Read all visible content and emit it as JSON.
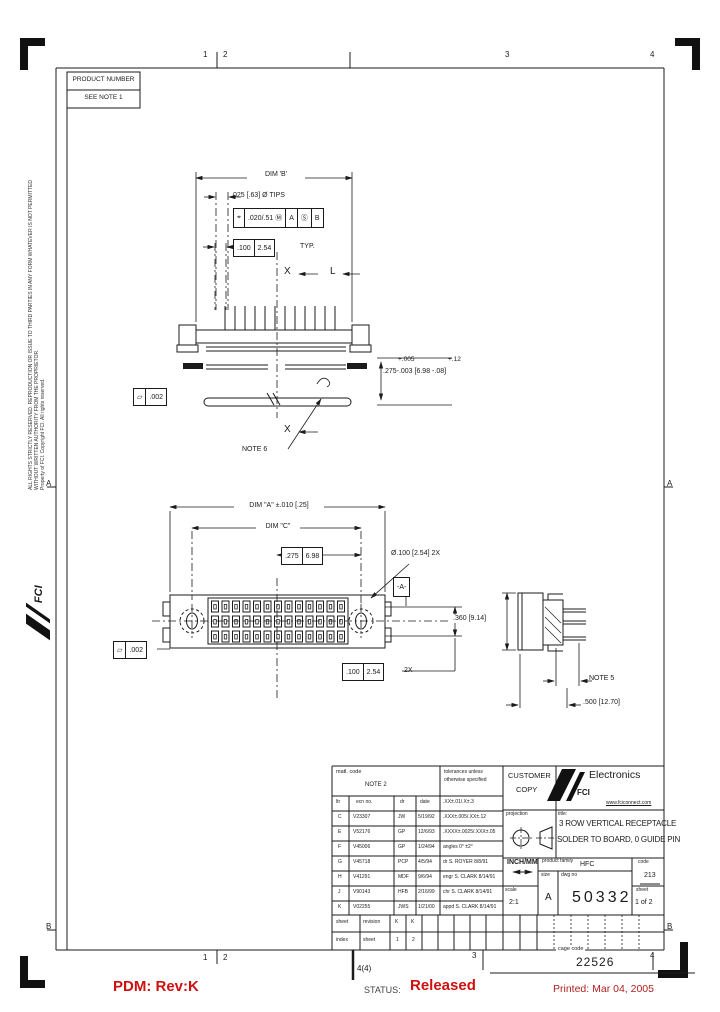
{
  "frame": {
    "zones_top": [
      "1",
      "2",
      "3",
      "4"
    ],
    "zones_bottom": [
      "1",
      "2",
      "3",
      "4"
    ],
    "zones_left": [
      "A",
      "B"
    ],
    "zones_right": [
      "A",
      "B"
    ],
    "fold_mark": "4(4)"
  },
  "product_box": {
    "title": "PRODUCT NUMBER",
    "subtitle": "SEE NOTE 1"
  },
  "margin_notice": {
    "line1": "ALL RIGHTS STRICTLY RESERVED. REPRODUCTION OR ISSUE TO THIRD PARTIES IN ANY FORM WHATEVER IS NOT PERMITTED WITHOUT WRITTEN AUTHORITY FROM THE PROPRIETOR.",
    "line2": "Property of FCI.  Copyright FCI.  All rights reserved.",
    "logo_text": "FCI"
  },
  "top_view": {
    "dim_b": "DIM 'B'",
    "tips": ".025 [.63] Ø TIPS",
    "fcf": {
      "symbol": "⌖",
      "tol": ".020/.51 Ⓜ",
      "d1": "A",
      "d2": "Ⓢ",
      "d3": "B"
    },
    "pitch_in": ".100",
    "pitch_mm": "2.54",
    "pitch_suffix": "TYP.",
    "x_label": "X",
    "l_label": "L",
    "x2_label": "X",
    "note6": "NOTE 6",
    "flat_symbol": "▱",
    "flat_value": ".002",
    "tol_plus_in": "+.005",
    "tol_plus_mm": "+.12",
    "tol_line": ".275-.003 [6.98 -.08]"
  },
  "front_view": {
    "dim_a": "DIM \"A\" ±.010 [.25]",
    "dim_c": "DIM \"C\"",
    "offset_in": ".275",
    "offset_mm": "6.98",
    "hole": "Ø.100 [2.54] 2X",
    "datum": "-A-",
    "flat_symbol": "▱",
    "flat_value": ".002",
    "pitch_in": ".100",
    "pitch_mm": "2.54",
    "pitch_suffix": "2X"
  },
  "side_view": {
    "height": ".360 [9.14]",
    "note5": "NOTE 5",
    "depth": ".500 [12.70]"
  },
  "title_block": {
    "matl_label": "matl. code",
    "matl_value": "NOTE 2",
    "tol_header_1": "tolerances unless",
    "tol_header_2": "otherwise specified",
    "col_ltr": "ltr",
    "col_ecn": "ecn no.",
    "col_dr": "dr",
    "col_date": "date",
    "tol_line_0": ".XX±.01/.X±.3",
    "revisions": [
      {
        "ltr": "C",
        "ecn": "V23307",
        "dr": "JW",
        "date": "5/19/92",
        "right": ".XXX±.005/.XX±.12"
      },
      {
        "ltr": "E",
        "ecn": "V52176",
        "dr": "GP",
        "date": "12/6/93",
        "right": ".XXXX±.0025/.XXX±.05"
      },
      {
        "ltr": "F",
        "ecn": "V45006",
        "dr": "GP",
        "date": "1/24/94",
        "right": "angles 0° ±2°"
      },
      {
        "ltr": "G",
        "ecn": "V45718",
        "dr": "PCP",
        "date": "4/5/94",
        "right": "dr  S. ROYER  8/8/91"
      },
      {
        "ltr": "H",
        "ecn": "V41291",
        "dr": "MDF",
        "date": "9/6/94",
        "right": "engr  S. CLARK  8/14/91"
      },
      {
        "ltr": "J",
        "ecn": "V90143",
        "dr": "HFB",
        "date": "2/16/99",
        "right": "chr  S. CLARK  8/14/91"
      },
      {
        "ltr": "K",
        "ecn": "V02255",
        "dr": "JWS",
        "date": "1/21/00",
        "right": "appd  S. CLARK  8/14/91"
      }
    ],
    "sheet_rev": {
      "l1": "sheet",
      "l2": "revision",
      "v1": "K",
      "v2": "K"
    },
    "index_row": {
      "l1": "index",
      "l2": "sheet",
      "v1": "1",
      "v2": "2"
    },
    "customer_1": "CUSTOMER",
    "customer_2": "COPY",
    "brand": {
      "name": "Electronics",
      "abbr": "FCI",
      "url": "www.fciconnect.com"
    },
    "projection_label": "projection",
    "title_label": "title:",
    "title_1": "3 ROW VERTICAL RECEPTACLE",
    "title_2": "SOLDER TO BOARD, 0 GUIDE PIN",
    "units": "INCH/MM",
    "family_label": "product family",
    "family": "HFC",
    "code_label": "code",
    "code": "213",
    "size_label": "size",
    "size": "A",
    "dwg_label": "dwg no",
    "dwg_no": "50332",
    "scale_label": "scale",
    "scale": "2:1",
    "sheet_label": "sheet",
    "sheet": "1 of 2",
    "cage_label": "cage code",
    "cage": "22526"
  },
  "footer": {
    "pdm": "PDM: Rev:K",
    "status_label": "STATUS:",
    "status_value": "Released",
    "printed": "Printed: Mar 04, 2005"
  }
}
